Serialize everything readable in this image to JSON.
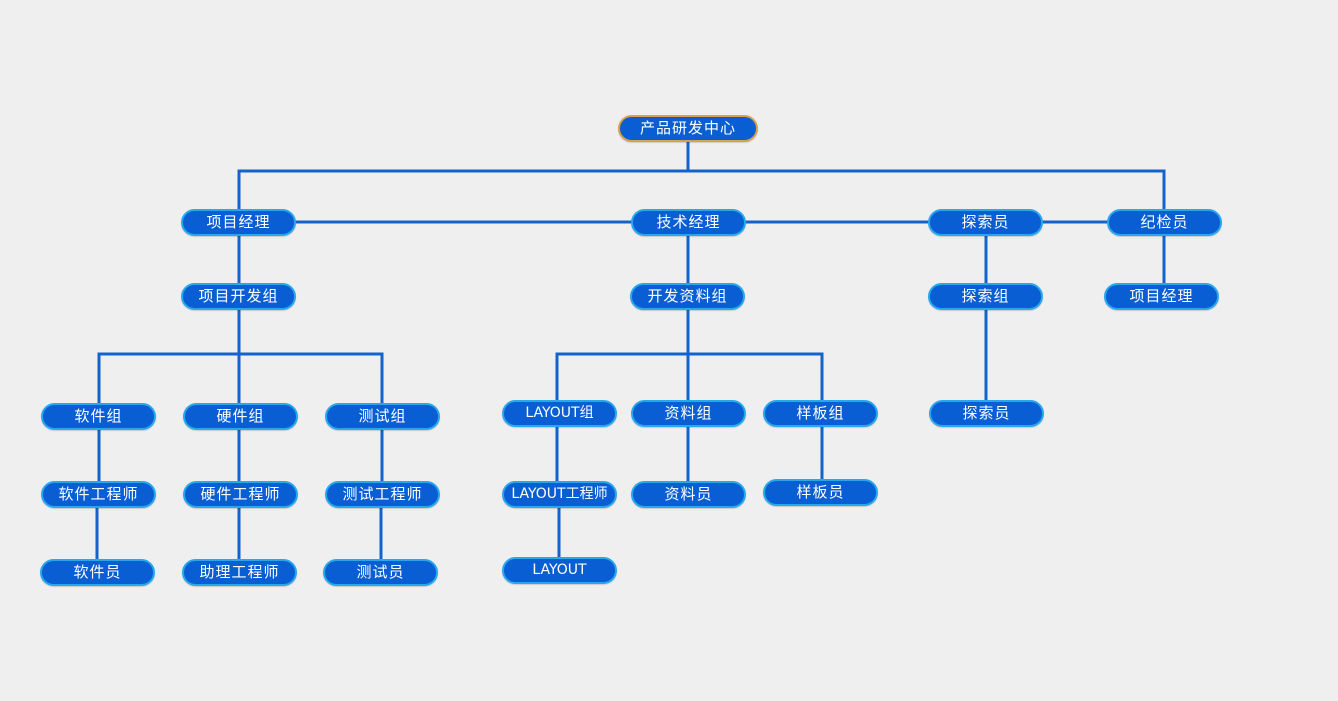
{
  "colors": {
    "background": "#efeff0",
    "node_fill": "#0a5ed3",
    "node_border": "#27a7ec",
    "root_border": "#d9a24a",
    "connector": "#1463cc",
    "text": "#ffffff"
  },
  "org": {
    "root": "产品研发中心",
    "level1": {
      "project_manager": "项目经理",
      "tech_manager": "技术经理",
      "explorer": "探索员",
      "inspector": "纪检员"
    },
    "level2": {
      "project_dev_group": "项目开发组",
      "dev_data_group": "开发资料组",
      "explore_group": "探索组",
      "inspector_pm": "项目经理"
    },
    "level3": {
      "software_group": "软件组",
      "hardware_group": "硬件组",
      "test_group": "测试组",
      "layout_group": "LAYOUT组",
      "data_group": "资料组",
      "sample_group": "样板组",
      "explorer_staff": "探索员"
    },
    "level4": {
      "software_engineer": "软件工程师",
      "hardware_engineer": "硬件工程师",
      "test_engineer": "测试工程师",
      "layout_engineer": "LAYOUT工程师",
      "data_staff": "资料员",
      "sample_staff": "样板员"
    },
    "level5": {
      "software_staff": "软件员",
      "assistant_engineer": "助理工程师",
      "test_staff": "测试员",
      "layout_staff": "LAYOUT"
    }
  }
}
